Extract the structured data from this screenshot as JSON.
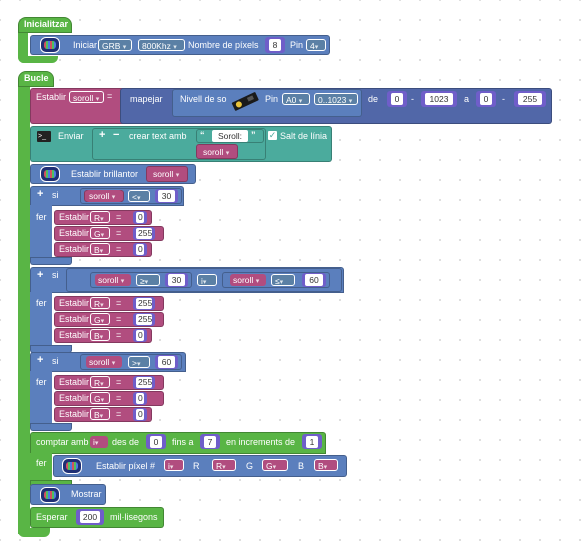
{
  "init": {
    "title": "Inicialitzar",
    "iniciar": "Iniciar",
    "type": "GRB",
    "freq": "800Khz",
    "pixels_label": "Nombre de píxels",
    "pixels": "8",
    "pin_label": "Pin",
    "pin": "4"
  },
  "loop": {
    "title": "Bucle"
  },
  "map": {
    "establir": "Establir",
    "var": "soroll",
    "eq": "=",
    "mapejar": "mapejar",
    "nivell": "Nivell de so",
    "pin_label": "Pin",
    "pin": "A0",
    "range": "0..1023",
    "de": "de",
    "from_low": "0",
    "dash1": "-",
    "from_high": "1023",
    "a": "a",
    "to_low": "0",
    "dash2": "-",
    "to_high": "255"
  },
  "send": {
    "label": "Enviar",
    "plus": "+",
    "minus": "−",
    "crear": "crear text amb",
    "quote_open": "“",
    "text": "Soroll:",
    "quote_close": "”",
    "newline": "Salt de línia",
    "var": "soroll"
  },
  "brightness": {
    "label": "Establir brillantor",
    "var": "soroll"
  },
  "if1": {
    "si": "si",
    "fer": "fer",
    "var": "soroll",
    "op": "<",
    "val": "30",
    "sets": [
      {
        "c": "R",
        "v": "0"
      },
      {
        "c": "G",
        "v": "255"
      },
      {
        "c": "B",
        "v": "0"
      }
    ]
  },
  "if2": {
    "si": "si",
    "fer": "fer",
    "var1": "soroll",
    "op1": "≥",
    "val1": "30",
    "and": "i",
    "var2": "soroll",
    "op2": "≤",
    "val2": "60",
    "sets": [
      {
        "c": "R",
        "v": "255"
      },
      {
        "c": "G",
        "v": "255"
      },
      {
        "c": "B",
        "v": "0"
      }
    ]
  },
  "if3": {
    "si": "si",
    "fer": "fer",
    "var": "soroll",
    "op": ">",
    "val": "60",
    "sets": [
      {
        "c": "R",
        "v": "255"
      },
      {
        "c": "G",
        "v": "0"
      },
      {
        "c": "B",
        "v": "0"
      }
    ]
  },
  "establir": "Establir",
  "count": {
    "label": "comptar amb",
    "var": "i",
    "des": "des de",
    "from": "0",
    "fins": "fins a",
    "to": "7",
    "incr": "en increments de",
    "step": "1",
    "fer": "fer"
  },
  "pixel": {
    "label": "Establir píxel #",
    "var": "i",
    "r": "R",
    "rvar": "R",
    "g": "G",
    "gvar": "G",
    "b": "B",
    "bvar": "B"
  },
  "show": {
    "label": "Mostrar"
  },
  "wait": {
    "label": "Esperar",
    "value": "200",
    "unit": "mil·lisegons"
  }
}
